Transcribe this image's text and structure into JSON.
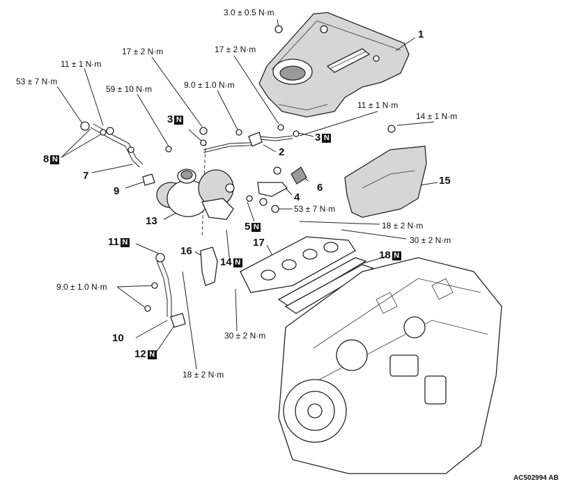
{
  "torque_labels": [
    {
      "id": "t1",
      "text": "3.0 ± 0.5 N·m"
    },
    {
      "id": "t2",
      "text": "17 ± 2 N·m"
    },
    {
      "id": "t3",
      "text": "17 ± 2 N·m"
    },
    {
      "id": "t4",
      "text": "11 ± 1 N·m"
    },
    {
      "id": "t5",
      "text": "53 ± 7 N·m"
    },
    {
      "id": "t6",
      "text": "59 ± 10 N·m"
    },
    {
      "id": "t7",
      "text": "9.0 ± 1.0 N·m"
    },
    {
      "id": "t8",
      "text": "11 ± 1 N·m"
    },
    {
      "id": "t9",
      "text": "14 ± 1 N·m"
    },
    {
      "id": "t10",
      "text": "53 ± 7 N·m"
    },
    {
      "id": "t11",
      "text": "18 ± 2 N·m"
    },
    {
      "id": "t12",
      "text": "30 ± 2 N·m"
    },
    {
      "id": "t13",
      "text": "9.0 ± 1.0 N·m"
    },
    {
      "id": "t14",
      "text": "30 ± 2 N·m"
    },
    {
      "id": "t15",
      "text": "18 ± 2 N·m"
    }
  ],
  "part_labels": [
    {
      "id": "p1",
      "number": "1",
      "replace": false
    },
    {
      "id": "p2",
      "number": "2",
      "replace": false
    },
    {
      "id": "p3a",
      "number": "3",
      "replace": true
    },
    {
      "id": "p3b",
      "number": "3",
      "replace": true
    },
    {
      "id": "p4",
      "number": "4",
      "replace": false
    },
    {
      "id": "p5",
      "number": "5",
      "replace": true
    },
    {
      "id": "p6",
      "number": "6",
      "replace": false
    },
    {
      "id": "p7",
      "number": "7",
      "replace": false
    },
    {
      "id": "p8",
      "number": "8",
      "replace": true
    },
    {
      "id": "p9",
      "number": "9",
      "replace": false
    },
    {
      "id": "p10",
      "number": "10",
      "replace": false
    },
    {
      "id": "p11",
      "number": "11",
      "replace": true
    },
    {
      "id": "p12",
      "number": "12",
      "replace": true
    },
    {
      "id": "p13",
      "number": "13",
      "replace": false
    },
    {
      "id": "p14",
      "number": "14",
      "replace": true
    },
    {
      "id": "p15",
      "number": "15",
      "replace": false
    },
    {
      "id": "p16",
      "number": "16",
      "replace": false
    },
    {
      "id": "p17",
      "number": "17",
      "replace": false
    },
    {
      "id": "p18",
      "number": "18",
      "replace": true
    }
  ],
  "replace_mark": "N",
  "figure_code": "AC502994 AB",
  "colors": {
    "ink": "#111111",
    "shade": "#d6d6d6",
    "paper": "#ffffff"
  }
}
